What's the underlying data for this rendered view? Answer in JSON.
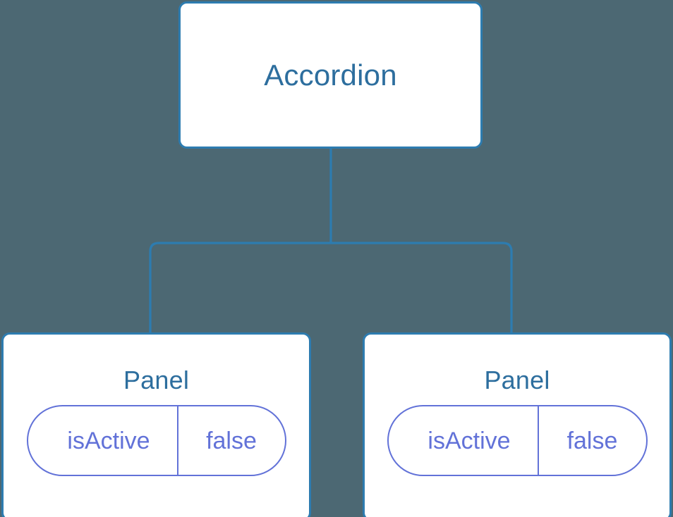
{
  "diagram": {
    "type": "component-tree",
    "background_color": "#4c6873",
    "node_border_color": "#2d7cb0",
    "node_title_color": "#2d6e9e",
    "pill_color": "#6272d8",
    "connector_color": "#2d7cb0",
    "root": {
      "title": "Accordion"
    },
    "children": [
      {
        "title": "Panel",
        "state": {
          "key": "isActive",
          "value": "false"
        }
      },
      {
        "title": "Panel",
        "state": {
          "key": "isActive",
          "value": "false"
        }
      }
    ]
  }
}
